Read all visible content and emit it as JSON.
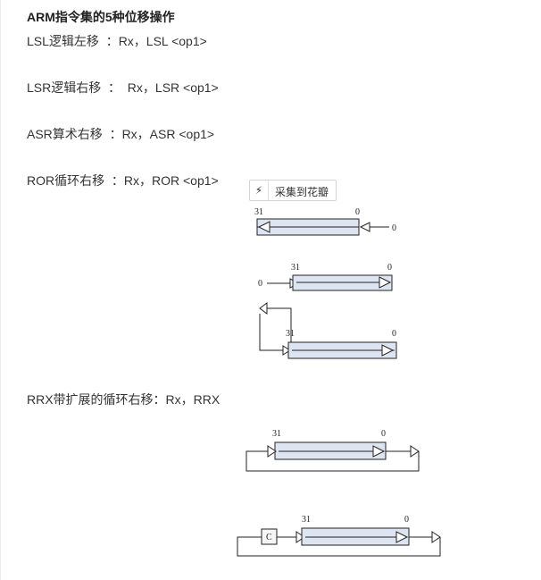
{
  "title": "ARM指令集的5种位移操作",
  "ops": {
    "lsl": "LSL逻辑左移  ：Rx，LSL <op1>",
    "lsr": "LSR逻辑右移  ：  Rx，LSR <op1>",
    "asr": "ASR算术右移  ：Rx，ASR <op1>",
    "ror": "ROR循环右移  ：Rx，ROR <op1>",
    "rrx": "RRX带扩展的循环右移：Rx，RRX"
  },
  "pin_button": {
    "label": "采集到花瓣",
    "icon": "pin-icon"
  },
  "diagram_labels": {
    "lsl_high": "31",
    "lsl_low": "0",
    "lsl_in": "0",
    "lsr_high": "31",
    "lsr_low": "0",
    "lsr_in": "0",
    "ror_high": "31",
    "ror_low": "0",
    "rrx1_high": "31",
    "rrx1_low": "0",
    "rrx2_high": "31",
    "rrx2_low": "0",
    "rrx2_carry": "C"
  },
  "colors": {
    "register_fill": "#dde5f2",
    "stroke": "#222222"
  }
}
